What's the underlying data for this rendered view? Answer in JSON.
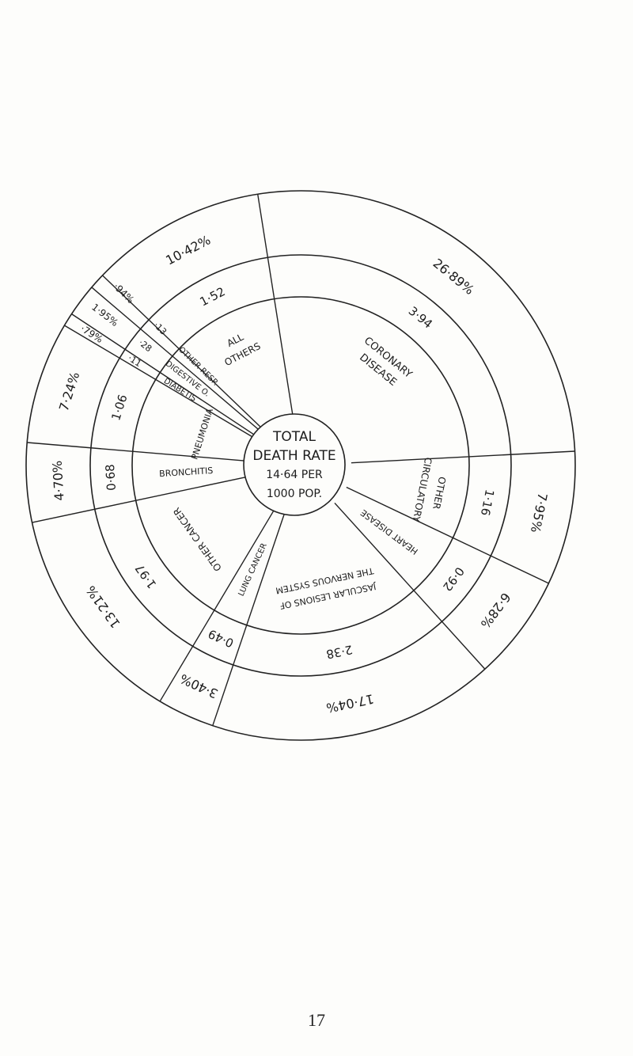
{
  "chart_data": {
    "type": "pie",
    "title": "TOTAL DEATH RATE",
    "center_label": [
      "TOTAL",
      "DEATH RATE",
      "14·64 PER",
      "1000 POP."
    ],
    "total_rate_per_1000": 14.64,
    "slices": [
      {
        "name": "CORONARY DISEASE",
        "rate": "3·94",
        "percent": "26·89%",
        "value": 26.89
      },
      {
        "name": "OTHER CIRCULATORY",
        "rate": "1·16",
        "percent": "7·95%",
        "value": 7.95
      },
      {
        "name": "HEART DISEASE",
        "rate": "0·92",
        "percent": "6·28%",
        "value": 6.28
      },
      {
        "name": "JASCULAR LESIONS OF THE NERVOUS SYSTEM",
        "rate": "2·38",
        "percent": "17·04%",
        "value": 17.04
      },
      {
        "name": "LUNG CANCER",
        "rate": "0·49",
        "percent": "3·40%",
        "value": 3.4
      },
      {
        "name": "OTHER CANCER",
        "rate": "1·97",
        "percent": "13·21%",
        "value": 13.21
      },
      {
        "name": "BRONCHITIS",
        "rate": "0·68",
        "percent": "4·70%",
        "value": 4.7
      },
      {
        "name": "PNEUMONIA",
        "rate": "1·06",
        "percent": "7·24%",
        "value": 7.24
      },
      {
        "name": "DIABETIS",
        "rate": "·11",
        "percent": "·79%",
        "value": 0.79
      },
      {
        "name": "DIGESTIVE O.",
        "rate": "·28",
        "percent": "1·95%",
        "value": 1.95
      },
      {
        "name": "OTHER RESP.",
        "rate": "·13",
        "percent": "·94%",
        "value": 0.94
      },
      {
        "name": "ALL OTHERS",
        "rate": "1·52",
        "percent": "10·42%",
        "value": 10.42
      }
    ]
  },
  "page_number": "17"
}
